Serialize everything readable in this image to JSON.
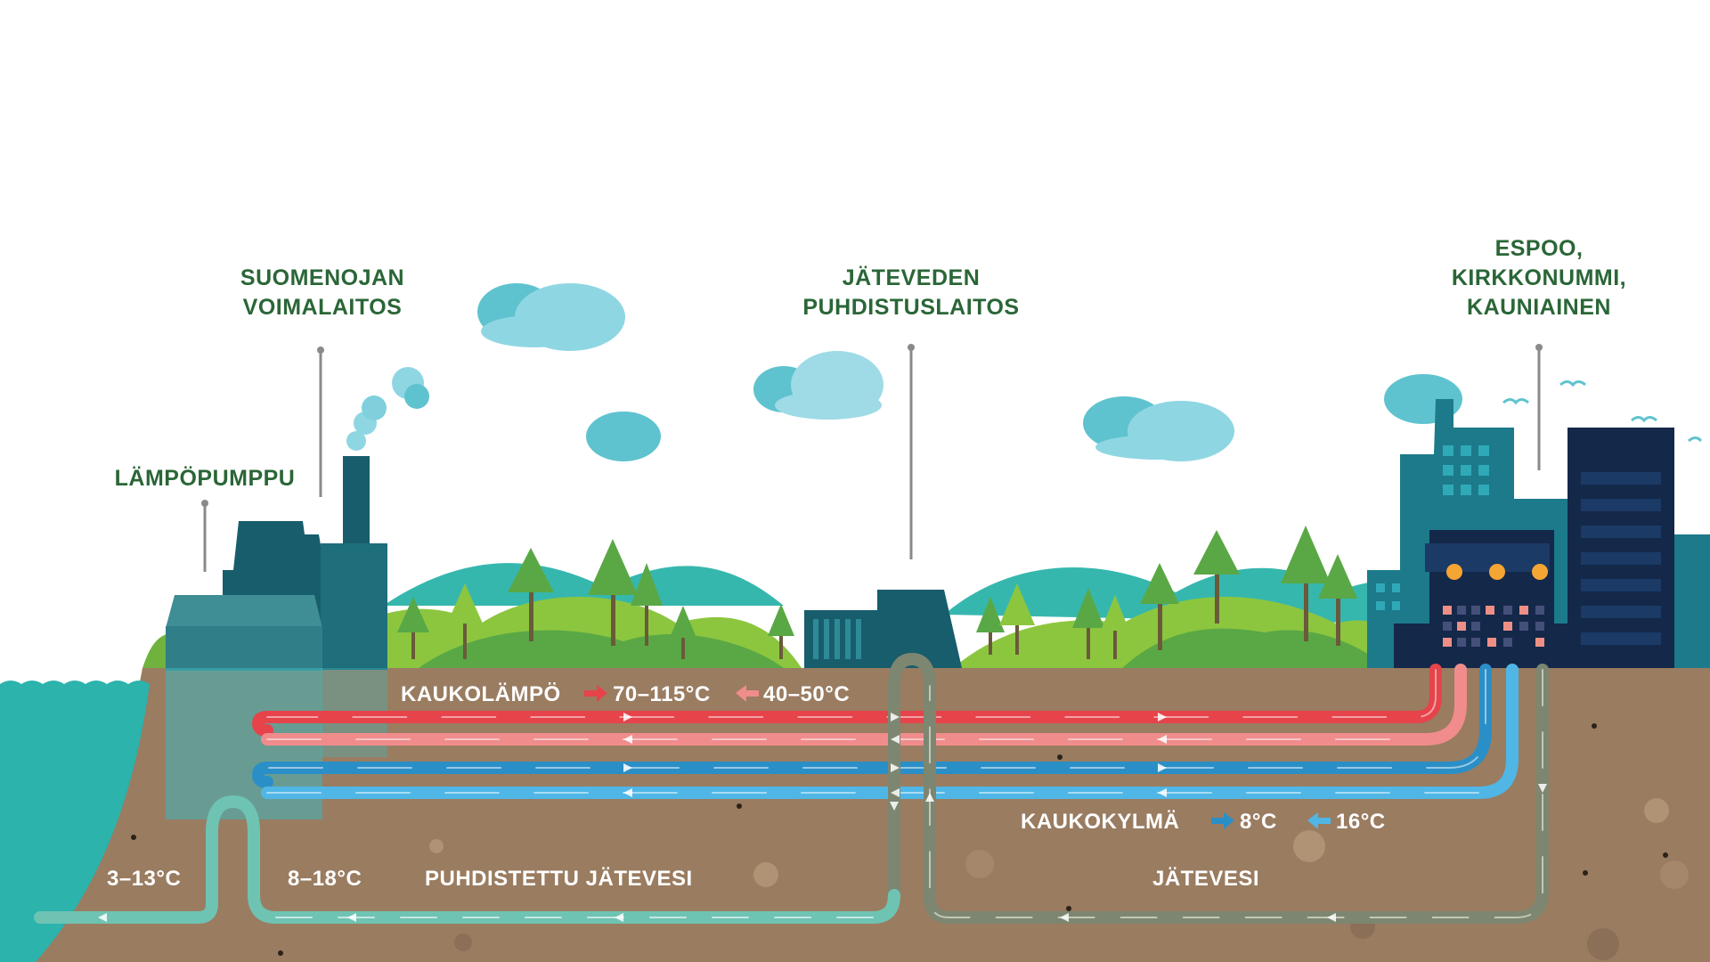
{
  "labels": {
    "heat_pump": "LÄMPÖPUMPPU",
    "power_plant_line1": "SUOMENOJAN",
    "power_plant_line2": "VOIMALAITOS",
    "treatment_line1": "JÄTEVEDEN",
    "treatment_line2": "PUHDISTUSLAITOS",
    "cities_line1": "ESPOO,",
    "cities_line2": "KIRKKONUMMI,",
    "cities_line3": "KAUNIAINEN",
    "district_heating": "KAUKOLÄMPÖ",
    "district_heating_supply": "70–115°C",
    "district_heating_return": "40–50°C",
    "district_cooling": "KAUKOKYLMÄ",
    "district_cooling_supply": "8°C",
    "district_cooling_return": "16°C",
    "sea_temp": "3–13°C",
    "treated_temp": "8–18°C",
    "treated_wastewater": "PUHDISTETTU JÄTEVESI",
    "wastewater": "JÄTEVESI"
  },
  "colors": {
    "sky": "#ffffff",
    "sea": "#2bb3ac",
    "soil": "#9a7c61",
    "grass_light": "#8cc63f",
    "grass_dark": "#5aa845",
    "hills": "#36b7ae",
    "building_dark": "#185d6c",
    "building_mid": "#1d7a8a",
    "night_building": "#14284a",
    "heat_supply": "#e6434b",
    "heat_return": "#f08c8c",
    "cool_supply": "#2a8fc7",
    "cool_return": "#4fb6e6",
    "treated_pipe": "#6fc3b3",
    "waste_pipe": "#7d8670",
    "label_green": "#2a6637",
    "cloud": "#7fd0dc"
  },
  "icons": [
    "heat-pump-building-icon",
    "power-plant-icon",
    "smoke-icon",
    "treatment-plant-icon",
    "city-buildings-icon",
    "tree-icon",
    "cloud-icon",
    "bird-icon",
    "flow-arrow-icon"
  ]
}
